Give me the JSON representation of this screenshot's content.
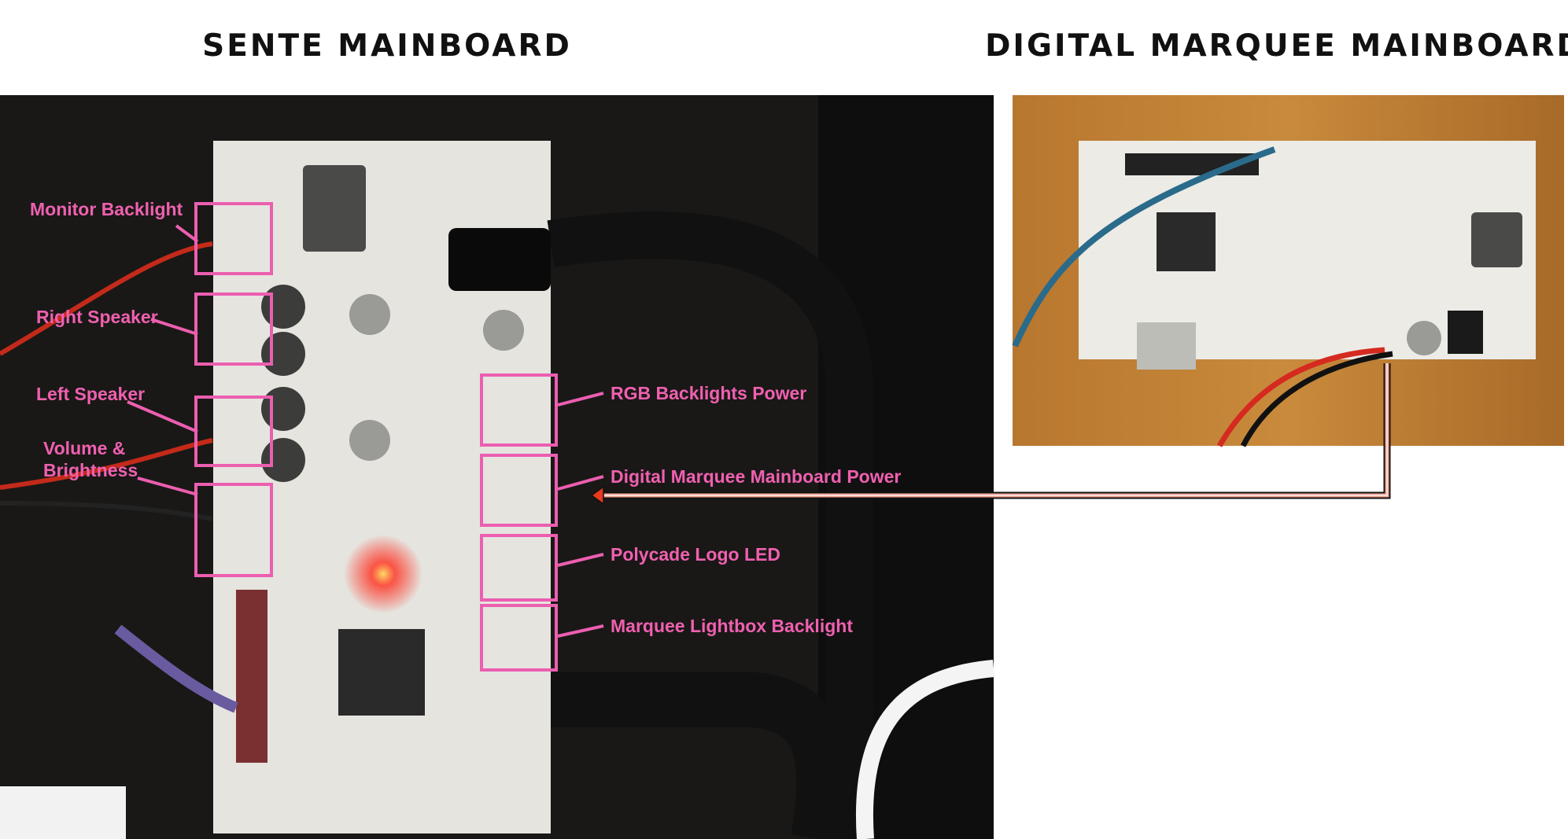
{
  "titles": {
    "left": "SENTE MAINBOARD",
    "right": "DIGITAL MARQUEE MAINBOARD"
  },
  "labels": {
    "monitor_backlight": "Monitor Backlight",
    "right_speaker": "Right Speaker",
    "left_speaker": "Left Speaker",
    "volume_line1": "Volume &",
    "volume_line2": "Brightness",
    "rgb_backlights_power": "RGB Backlights Power",
    "digital_marquee_power": "Digital Marquee Mainboard Power",
    "polycade_logo_led": "Polycade Logo LED",
    "marquee_lightbox_backlight": "Marquee Lightbox Backlight"
  },
  "colors": {
    "annotation": "#ec5fb0",
    "arrow": "#f2a090",
    "arrow_head": "#e83a1e"
  }
}
